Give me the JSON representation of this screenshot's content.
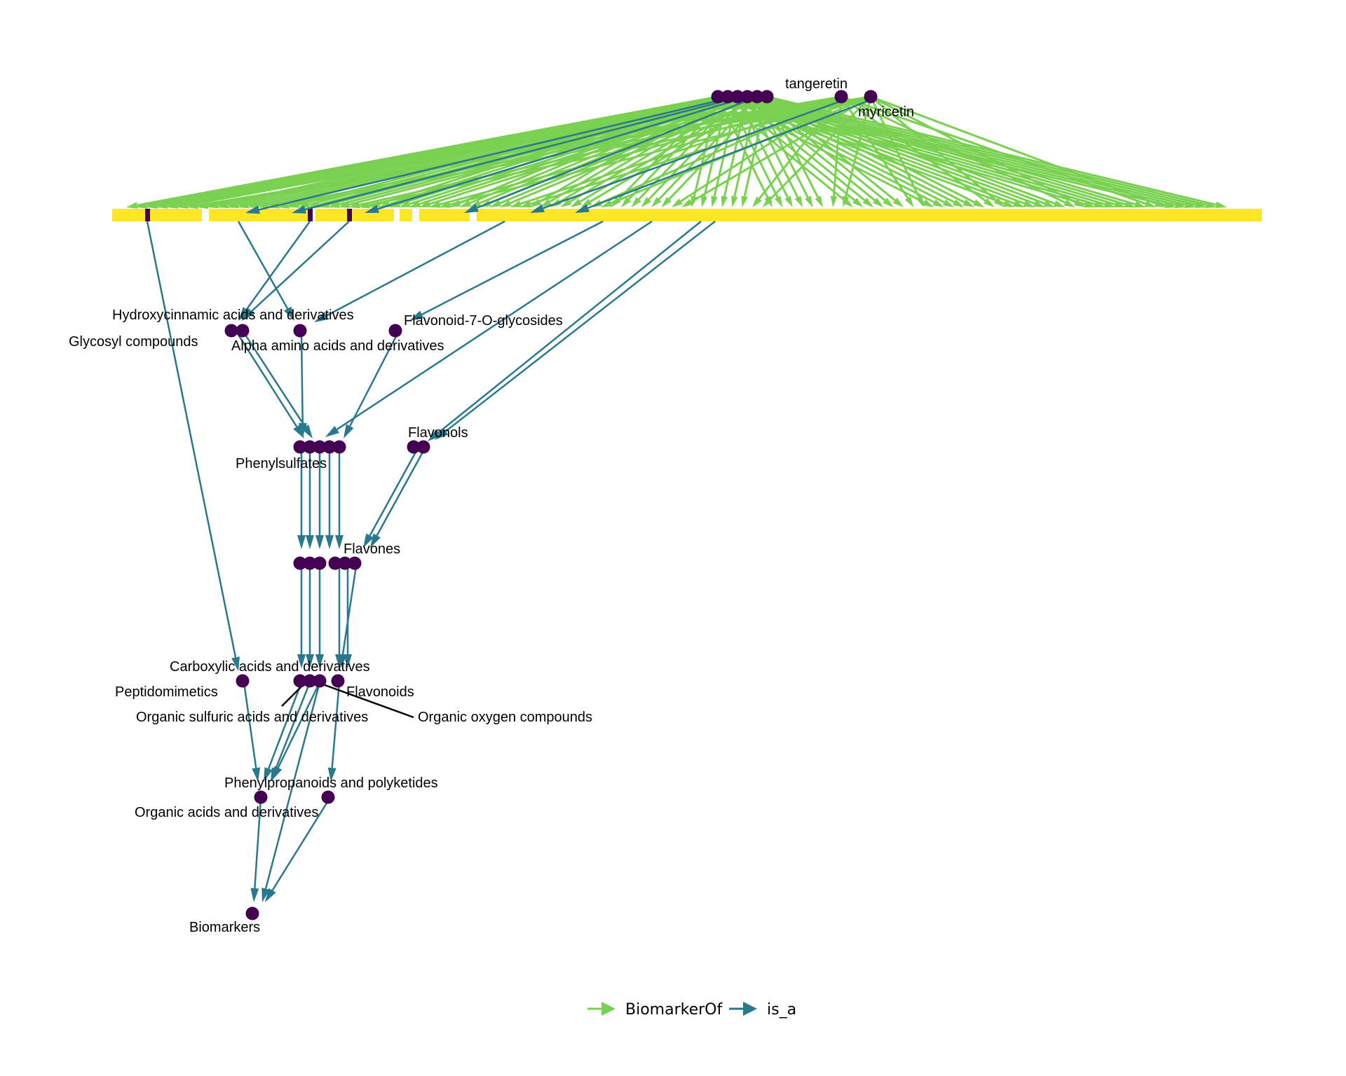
{
  "colors": {
    "biomarker_edge": "#7AD151",
    "is_a_edge": "#2A788E",
    "node": "#440154",
    "leaf_bar": "#FDE725",
    "connector": "#000000"
  },
  "legend": {
    "biomarker_label": "BiomarkerOf",
    "is_a_label": "is_a"
  },
  "node_labels": {
    "tangeretin": "tangeretin",
    "myricetin": "myricetin",
    "hydroxycinnamic": "Hydroxycinnamic acids and derivatives",
    "glycosyl": "Glycosyl compounds",
    "alpha_amino": "Alpha amino acids and derivatives",
    "flavonoid_7_o": "Flavonoid-7-O-glycosides",
    "flavonols": "Flavonols",
    "phenylsulfates": "Phenylsulfates",
    "flavones": "Flavones",
    "carboxylic": "Carboxylic acids and derivatives",
    "peptidomimetics": "Peptidomimetics",
    "flavonoids": "Flavonoids",
    "organic_sulfuric": "Organic sulfuric acids and derivatives",
    "organic_oxygen": "Organic oxygen compounds",
    "phenylpropanoids": "Phenylpropanoids and polyketides",
    "organic_acids": "Organic acids and derivatives",
    "biomarkers": "Biomarkers"
  }
}
